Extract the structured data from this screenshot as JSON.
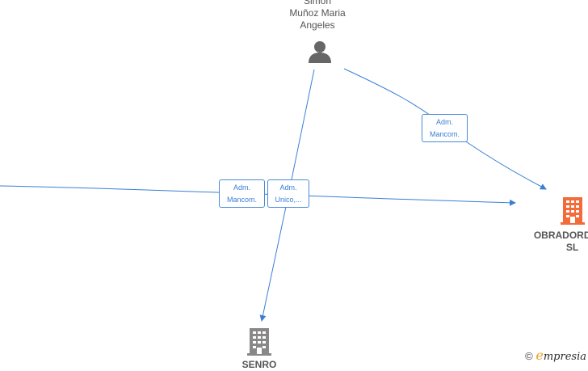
{
  "nodes": {
    "person": {
      "line1": "Simon",
      "line2": "Muñoz Maria",
      "line3": "Angeles",
      "icon": "person-icon"
    },
    "company_right": {
      "line1": "OBRADORDULC",
      "line2": "SL",
      "icon": "building-icon",
      "color": "#f26b38"
    },
    "company_bottom": {
      "line1": "SENRO",
      "icon": "building-icon",
      "color": "#888888"
    }
  },
  "edges": [
    {
      "label_line1": "Adm.",
      "label_line2": "Mancom."
    },
    {
      "label_line1": "Adm.",
      "label_line2": "Mancom."
    },
    {
      "label_line1": "Adm.",
      "label_line2": "Unico,..."
    }
  ],
  "footer": {
    "copyright": "©",
    "brand_initial": "e",
    "brand_rest": "mpresia"
  },
  "colors": {
    "edge": "#3a7fd5",
    "node_text": "#555555"
  }
}
